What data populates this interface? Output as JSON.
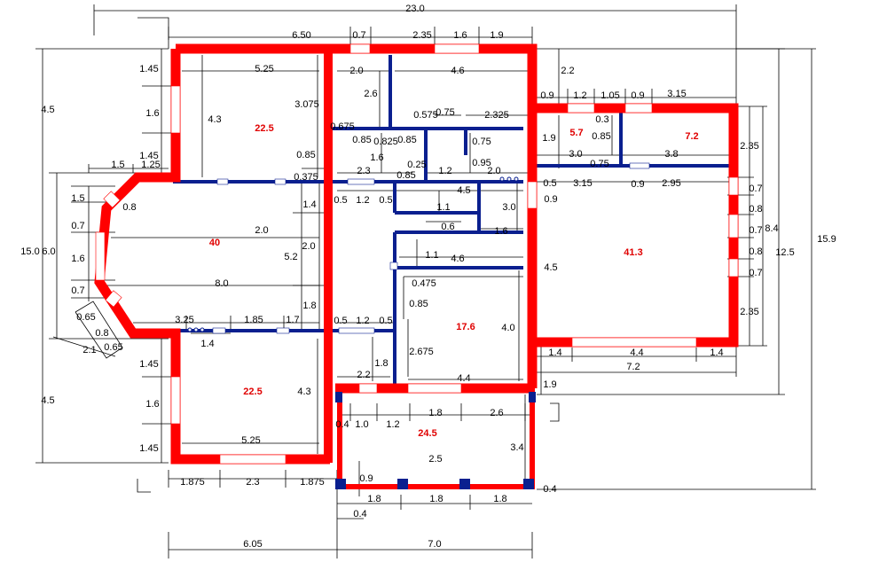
{
  "colors": {
    "exterior_wall": "#ff0000",
    "interior_wall": "#0a1f8f",
    "dimension_line": "#000000",
    "area_text": "#e00000",
    "window": "#ffffff"
  },
  "areas": [
    {
      "id": "room-top-left",
      "value": "22.5"
    },
    {
      "id": "living-room",
      "value": "40"
    },
    {
      "id": "room-bottom-left",
      "value": "22.5"
    },
    {
      "id": "room-5-7",
      "value": "5.7"
    },
    {
      "id": "room-7-2",
      "value": "7.2"
    },
    {
      "id": "room-right-large",
      "value": "41.3"
    },
    {
      "id": "room-center",
      "value": "17.6"
    },
    {
      "id": "terrace",
      "value": "24.5"
    }
  ],
  "dimensions": [
    {
      "id": "total-width",
      "value": "23.0"
    },
    {
      "id": "top-6-50",
      "value": "6.50"
    },
    {
      "id": "top-0-7",
      "value": "0.7"
    },
    {
      "id": "top-2-35",
      "value": "2.35"
    },
    {
      "id": "top-1-6",
      "value": "1.6"
    },
    {
      "id": "top-1-9",
      "value": "1.9"
    },
    {
      "id": "tl-5-25",
      "value": "5.25"
    },
    {
      "id": "tl-4-3",
      "value": "4.3"
    },
    {
      "id": "tl-3-075",
      "value": "3.075"
    },
    {
      "id": "tl-0-85",
      "value": "0.85"
    },
    {
      "id": "tl-0-375",
      "value": "0.375"
    },
    {
      "id": "left-1-45-a",
      "value": "1.45"
    },
    {
      "id": "left-1-6-a",
      "value": "1.6"
    },
    {
      "id": "left-1-45-b",
      "value": "1.45"
    },
    {
      "id": "left-4-5-a",
      "value": "4.5"
    },
    {
      "id": "left-15-0",
      "value": "15.0"
    },
    {
      "id": "left-6-0",
      "value": "6.0"
    },
    {
      "id": "left-4-5-b",
      "value": "4.5"
    },
    {
      "id": "bay-1-5-h",
      "value": "1.5"
    },
    {
      "id": "bay-1-25",
      "value": "1.25"
    },
    {
      "id": "bay-1-5-v",
      "value": "1.5"
    },
    {
      "id": "bay-0-8-a",
      "value": "0.8"
    },
    {
      "id": "bay-0-7-a",
      "value": "0.7"
    },
    {
      "id": "bay-1-6",
      "value": "1.6"
    },
    {
      "id": "bay-0-7-b",
      "value": "0.7"
    },
    {
      "id": "bay-0-65-a",
      "value": "0.65"
    },
    {
      "id": "bay-0-8-b",
      "value": "0.8"
    },
    {
      "id": "bay-2-1",
      "value": "2.1"
    },
    {
      "id": "bay-0-65-b",
      "value": "0.65"
    },
    {
      "id": "lr-2-0",
      "value": "2.0"
    },
    {
      "id": "lr-8-0",
      "value": "8.0"
    },
    {
      "id": "lr-5-2",
      "value": "5.2"
    },
    {
      "id": "lr-2-0-v",
      "value": "2.0"
    },
    {
      "id": "lr-1-4-v",
      "value": "1.4"
    },
    {
      "id": "lr-1-8-v",
      "value": "1.8"
    },
    {
      "id": "lr-3-25",
      "value": "3.25"
    },
    {
      "id": "lr-1-85",
      "value": "1.85"
    },
    {
      "id": "lr-1-7",
      "value": "1.7"
    },
    {
      "id": "lr-1-4",
      "value": "1.4"
    },
    {
      "id": "bl-1-45-a",
      "value": "1.45"
    },
    {
      "id": "bl-1-6",
      "value": "1.6"
    },
    {
      "id": "bl-1-45-b",
      "value": "1.45"
    },
    {
      "id": "bl-4-3",
      "value": "4.3"
    },
    {
      "id": "bl-5-25",
      "value": "5.25"
    },
    {
      "id": "bl-1-875-a",
      "value": "1.875"
    },
    {
      "id": "bl-2-3",
      "value": "2.3"
    },
    {
      "id": "bl-1-875-b",
      "value": "1.875"
    },
    {
      "id": "bot-6-05",
      "value": "6.05"
    },
    {
      "id": "bot-7-0",
      "value": "7.0"
    },
    {
      "id": "c-2-0-top",
      "value": "2.0"
    },
    {
      "id": "c-4-6-top",
      "value": "4.6"
    },
    {
      "id": "c-2-6",
      "value": "2.6"
    },
    {
      "id": "c-0-675",
      "value": "0.675"
    },
    {
      "id": "c-0-575",
      "value": "0.575"
    },
    {
      "id": "c-0-75-a",
      "value": "0.75"
    },
    {
      "id": "c-2-325",
      "value": "2.325"
    },
    {
      "id": "c-0-85-a",
      "value": "0.85"
    },
    {
      "id": "c-0-825",
      "value": "0.825"
    },
    {
      "id": "c-0-85-b",
      "value": "0.85"
    },
    {
      "id": "c-0-75-b",
      "value": "0.75"
    },
    {
      "id": "c-1-6",
      "value": "1.6"
    },
    {
      "id": "c-0-95",
      "value": "0.95"
    },
    {
      "id": "c-0-25",
      "value": "0.25"
    },
    {
      "id": "c-2-3",
      "value": "2.3"
    },
    {
      "id": "c-0-85-c",
      "value": "0.85"
    },
    {
      "id": "c-1-2-a",
      "value": "1.2"
    },
    {
      "id": "c-2-0-b",
      "value": "2.0"
    },
    {
      "id": "c-0-5-a",
      "value": "0.5"
    },
    {
      "id": "c-1-2-b",
      "value": "1.2"
    },
    {
      "id": "c-0-5-b",
      "value": "0.5"
    },
    {
      "id": "c-4-5",
      "value": "4.5"
    },
    {
      "id": "c-1-1-a",
      "value": "1.1"
    },
    {
      "id": "c-3-0",
      "value": "3.0"
    },
    {
      "id": "c-0-6",
      "value": "0.6"
    },
    {
      "id": "c-1-6-b",
      "value": "1.6"
    },
    {
      "id": "c-1-1-b",
      "value": "1.1"
    },
    {
      "id": "c-4-6-b",
      "value": "4.6"
    },
    {
      "id": "c-0-475",
      "value": "0.475"
    },
    {
      "id": "c-0-85-d",
      "value": "0.85"
    },
    {
      "id": "c-0-5-c",
      "value": "0.5"
    },
    {
      "id": "c-1-2-c",
      "value": "1.2"
    },
    {
      "id": "c-0-5-d",
      "value": "0.5"
    },
    {
      "id": "c-1-8-v",
      "value": "1.8"
    },
    {
      "id": "c-2-2",
      "value": "2.2"
    },
    {
      "id": "c-2-675",
      "value": "2.675"
    },
    {
      "id": "c-4-0",
      "value": "4.0"
    },
    {
      "id": "c-4-4",
      "value": "4.4"
    },
    {
      "id": "r-2-2",
      "value": "2.2"
    },
    {
      "id": "r-0-9-a",
      "value": "0.9"
    },
    {
      "id": "r-1-2",
      "value": "1.2"
    },
    {
      "id": "r-1-05",
      "value": "1.05"
    },
    {
      "id": "r-0-9-b",
      "value": "0.9"
    },
    {
      "id": "r-3-15-a",
      "value": "3.15"
    },
    {
      "id": "r-1-9",
      "value": "1.9"
    },
    {
      "id": "r-0-3",
      "value": "0.3"
    },
    {
      "id": "r-0-85",
      "value": "0.85"
    },
    {
      "id": "r-3-0",
      "value": "3.0"
    },
    {
      "id": "r-0-75",
      "value": "0.75"
    },
    {
      "id": "r-3-8",
      "value": "3.8"
    },
    {
      "id": "r-0-5",
      "value": "0.5"
    },
    {
      "id": "r-3-15-b",
      "value": "3.15"
    },
    {
      "id": "r-0-9-c",
      "value": "0.9"
    },
    {
      "id": "r-2-95",
      "value": "2.95"
    },
    {
      "id": "r-0-9-d",
      "value": "0.9"
    },
    {
      "id": "r-2-35-a",
      "value": "2.35"
    },
    {
      "id": "r-0-7-a",
      "value": "0.7"
    },
    {
      "id": "r-0-8-a",
      "value": "0.8"
    },
    {
      "id": "r-0-7-b",
      "value": "0.7"
    },
    {
      "id": "r-0-8-b",
      "value": "0.8"
    },
    {
      "id": "r-0-7-c",
      "value": "0.7"
    },
    {
      "id": "r-2-35-b",
      "value": "2.35"
    },
    {
      "id": "r-8-4",
      "value": "8.4"
    },
    {
      "id": "r-12-5",
      "value": "12.5"
    },
    {
      "id": "r-15-9",
      "value": "15.9"
    },
    {
      "id": "r-4-5",
      "value": "4.5"
    },
    {
      "id": "r-1-4-a",
      "value": "1.4"
    },
    {
      "id": "r-4-4",
      "value": "4.4"
    },
    {
      "id": "r-1-4-b",
      "value": "1.4"
    },
    {
      "id": "r-7-2",
      "value": "7.2"
    },
    {
      "id": "r-1-9-b",
      "value": "1.9"
    },
    {
      "id": "t-0-4-a",
      "value": "0.4"
    },
    {
      "id": "t-1-0",
      "value": "1.0"
    },
    {
      "id": "t-1-2",
      "value": "1.2"
    },
    {
      "id": "t-1-8-a",
      "value": "1.8"
    },
    {
      "id": "t-2-6",
      "value": "2.6"
    },
    {
      "id": "t-2-5",
      "value": "2.5"
    },
    {
      "id": "t-3-4",
      "value": "3.4"
    },
    {
      "id": "t-0-9",
      "value": "0.9"
    },
    {
      "id": "t-0-4-b",
      "value": "0.4"
    },
    {
      "id": "t-1-8-b",
      "value": "1.8"
    },
    {
      "id": "t-1-8-c",
      "value": "1.8"
    },
    {
      "id": "t-1-8-d",
      "value": "1.8"
    },
    {
      "id": "t-0-4-c",
      "value": "0.4"
    }
  ]
}
